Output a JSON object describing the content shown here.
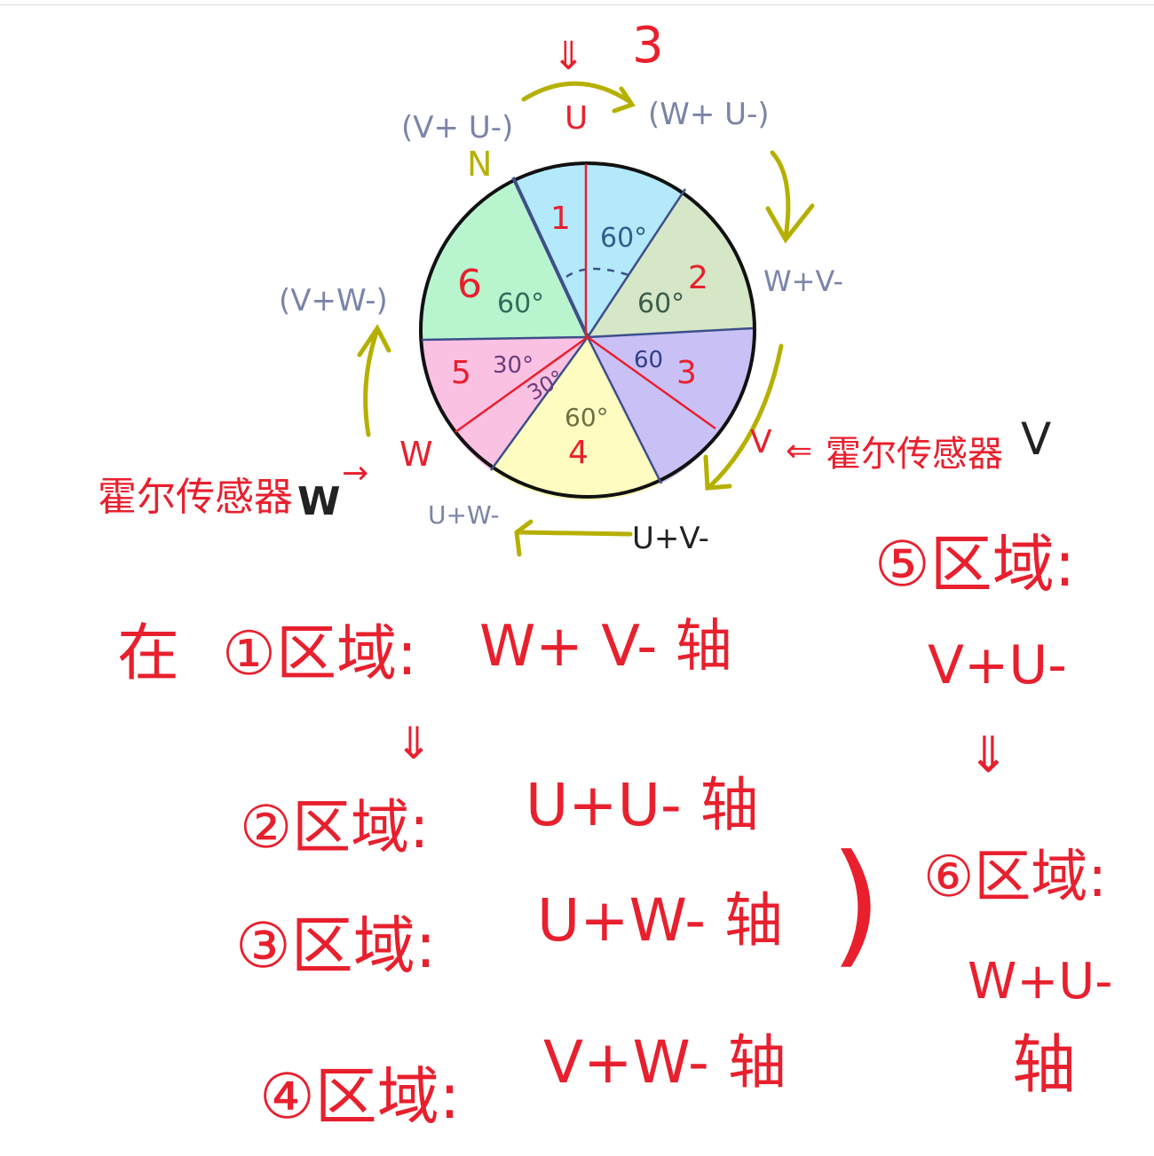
{
  "colors": {
    "ink_red": "#e8202e",
    "ink_blue": "#7a84a8",
    "ink_olive": "#b5b000",
    "sector_1": "#b3e9fb",
    "sector_2": "#d5e7c7",
    "sector_3": "#c9c1f5",
    "sector_4": "#fefcc0",
    "sector_5": "#fbc1e3",
    "sector_6": "#b8f5cf"
  },
  "diagram": {
    "top_marks": {
      "arrow": "⇓",
      "number": "3",
      "u_label": "U"
    },
    "axis_labels": {
      "top_left": "(V+ U-)",
      "top_right": "(W+ U-)",
      "right": "W+V-",
      "left": "(V+W-)",
      "bottom_left": "U+W-",
      "bottom": "U+V-",
      "n_mark": "N"
    },
    "sectors": [
      {
        "num": "1",
        "angle": "60°"
      },
      {
        "num": "2",
        "angle": "60°"
      },
      {
        "num": "3",
        "angle": "60"
      },
      {
        "num": "4",
        "angle": "60°"
      },
      {
        "num": "5",
        "angle": "30°"
      },
      {
        "num": "6",
        "angle": "60°"
      }
    ],
    "extra_angle": "30°",
    "sensor_left": {
      "text": "霍尔传感器",
      "letter": "W",
      "arrow": "→",
      "target": "W"
    },
    "sensor_right": {
      "target": "V",
      "arrow": "⇐",
      "text": "霍尔传感器",
      "letter": "V"
    }
  },
  "notes": {
    "line1": {
      "prefix": "在",
      "region": "①区域:",
      "axis": "W+ V- 轴"
    },
    "arrow1": "⇓",
    "line2": {
      "region": "②区域:",
      "axis": "U+U- 轴"
    },
    "line3": {
      "region": "③区域:",
      "axis": "U+W- 轴"
    },
    "line4": {
      "region": "④区域:",
      "axis": "V+W- 轴"
    },
    "bracket": ")",
    "right_col": {
      "region5": "⑤区域:",
      "axis5": "V+U-",
      "arrow": "⇓",
      "region6": "⑥区域:",
      "axis6": "W+U-",
      "axis6_word": "轴"
    }
  }
}
